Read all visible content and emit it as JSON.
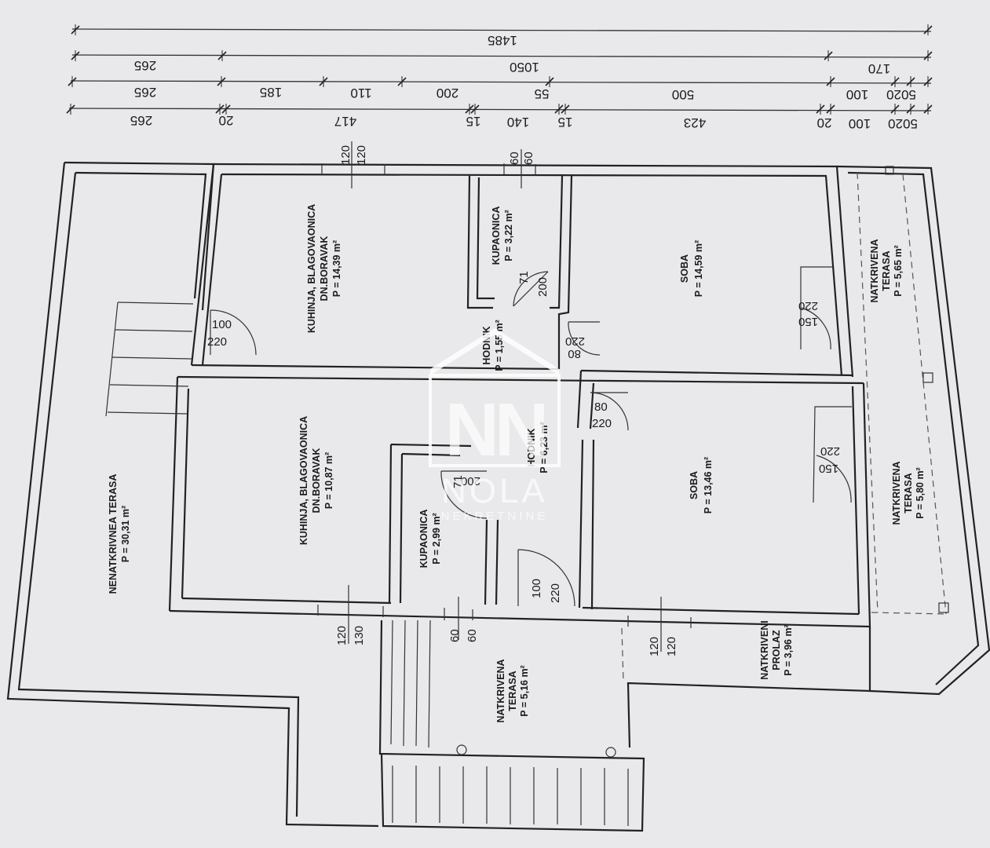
{
  "dimension_rows": [
    {
      "values": [
        "1485"
      ]
    },
    {
      "values": [
        "265",
        "1050",
        "170"
      ]
    },
    {
      "values": [
        "265",
        "185",
        "110",
        "200",
        "55",
        "500",
        "5020",
        "100"
      ]
    },
    {
      "values": [
        "265",
        "20",
        "417",
        "15",
        "140",
        "15",
        "423",
        "20",
        "100",
        "5020"
      ]
    }
  ],
  "rooms": {
    "kitchen_top": {
      "name1": "KUHINJA, BLAGOVAONICA",
      "name2": "DN.BORAVAK",
      "area": "P  =  14,39 m²"
    },
    "bath_top": {
      "name1": "KUPAONICA",
      "area": "P  =  3,22 m²"
    },
    "hall_top": {
      "name1": "HODNIK",
      "area": "P  =  1,55 m²"
    },
    "room_top": {
      "name1": "SOBA",
      "area": "P  =  14,59 m²"
    },
    "terrace_top": {
      "name1": "NATKRIVENA",
      "name2": "TERASA",
      "area": "P  =  5,65 m²"
    },
    "kitchen_bottom": {
      "name1": "KUHINJA, BLAGOVAONICA",
      "name2": "DN.BORAVAK",
      "area": "P  =  10,87 m²"
    },
    "bath_bottom": {
      "name1": "KUPAONICA",
      "area": "P  =  2,99 m²"
    },
    "hall_bottom": {
      "name1": "HODNIK",
      "area": "P  =  6,23 m²"
    },
    "room_bottom": {
      "name1": "SOBA",
      "area": "P  =  13,46 m²"
    },
    "terrace_bottom": {
      "name1": "NATKRIVENA",
      "name2": "TERASA",
      "area": "P  =  5,80 m²"
    },
    "open_terrace": {
      "name1": "NENATKRIVNEA TERASA",
      "area": "P  =  30,31 m²"
    },
    "front_terrace": {
      "name1": "NATKRIVENA",
      "name2": "TERASA",
      "area": "P  =  5,16 m²"
    },
    "passage": {
      "name1": "NATKRIVENI",
      "name2": "PROLAZ",
      "area": "P  =  3,96 m²"
    }
  },
  "openings": {
    "d_ext_left": [
      "100",
      "220"
    ],
    "w_top_kitchen": [
      "120",
      "120"
    ],
    "w_top_bath": [
      "60",
      "60"
    ],
    "d_bath_top": [
      "71",
      "200"
    ],
    "d_hall_top": [
      "80",
      "220"
    ],
    "d_room_top": [
      "150",
      "220"
    ],
    "d_room_bottom_in": [
      "80",
      "220"
    ],
    "d_bath_bottom": [
      "71",
      "200"
    ],
    "d_room_bottom": [
      "150",
      "220"
    ],
    "d_entry": [
      "100",
      "220"
    ],
    "w_bottom_kitchen": [
      "120",
      "130"
    ],
    "w_bottom_bath": [
      "60",
      "60"
    ],
    "w_bottom_room": [
      "120",
      "120"
    ]
  },
  "watermark": {
    "monogram": "NN",
    "brand": "NOLA",
    "tagline": "NEKRETNINE"
  }
}
